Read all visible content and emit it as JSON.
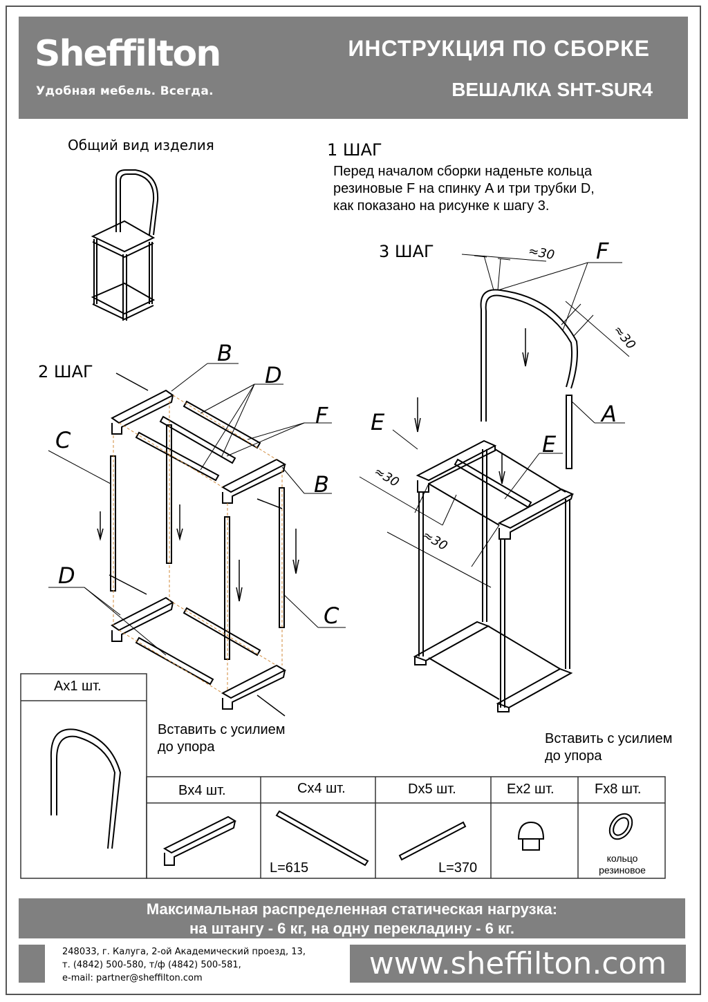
{
  "brand": {
    "name": "Sheffilton",
    "slogan": "Удобная мебель. Всегда."
  },
  "header": {
    "title": "ИНСТРУКЦИЯ ПО СБОРКЕ",
    "subtitle": "ВЕШАЛКА SHT-SUR4"
  },
  "overview_label": "Общий вид изделия",
  "step1": {
    "title": "1 ШАГ",
    "lines": [
      "Перед началом сборки наденьте кольца",
      "резиновые F на спинку A и три трубки D,",
      "как показано на рисунке к шагу 3."
    ]
  },
  "step2": {
    "title": "2 ШАГ"
  },
  "step3": {
    "title": "3 ШАГ"
  },
  "callouts": {
    "A": "A",
    "B": "B",
    "C": "C",
    "D": "D",
    "E": "E",
    "F": "F"
  },
  "dim_30": "≈30",
  "insert_note": {
    "line1": "Вставить с усилием",
    "line2": "до упора"
  },
  "parts": {
    "a": "Ax1 шт.",
    "b": "Bx4 шт.",
    "c": "Cx4 шт.",
    "c_len": "L=615",
    "d": "Dx5 шт.",
    "d_len": "L=370",
    "e": "Ex2 шт.",
    "f": "Fx8 шт.",
    "f_note1": "кольцо",
    "f_note2": "резиновое"
  },
  "load": {
    "line1": "Максимальная распределенная статическая нагрузка:",
    "line2": "на штангу -  6 кг, на одну перекладину - 6 кг."
  },
  "contacts": {
    "line1": "248033, г. Калуга, 2-ой Академический проезд, 13,",
    "line2": "т. (4842) 500-580, т/ф (4842) 500-581,",
    "line3": "e-mail: partner@sheffilton.com"
  },
  "website": "www.sheffilton.com"
}
